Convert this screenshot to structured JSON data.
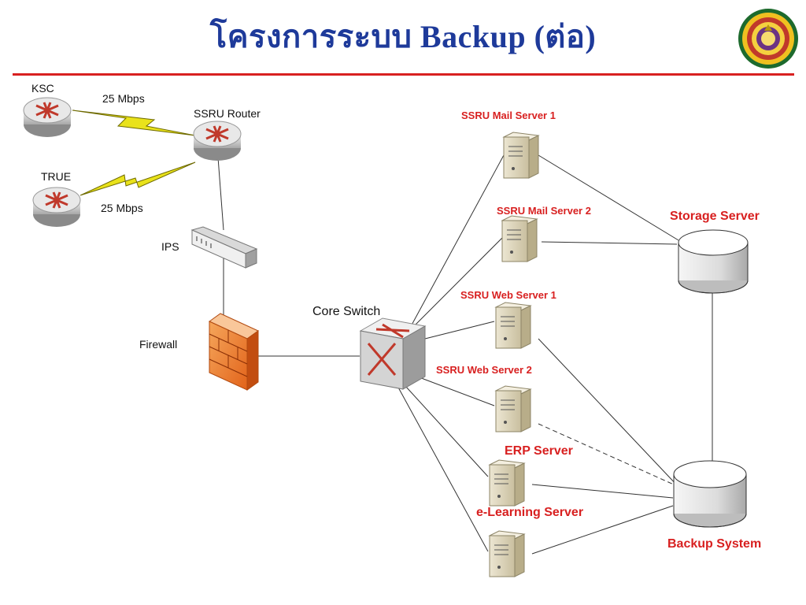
{
  "title": "โครงการระบบ Backup (ต่อ)",
  "colors": {
    "title": "#1e3a9a",
    "rule": "#d82020",
    "server_label": "#d82020",
    "lightning": "#e9e21b"
  },
  "nodes": {
    "ksc": "KSC",
    "true": "TRUE",
    "ssru_router": "SSRU Router",
    "ips": "IPS",
    "firewall": "Firewall",
    "core_switch": "Core Switch",
    "mail1": "SSRU Mail Server 1",
    "mail2": "SSRU Mail Server 2",
    "web1": "SSRU Web Server 1",
    "web2": "SSRU Web Server 2",
    "erp": "ERP Server",
    "elearning": "e-Learning Server",
    "storage": "Storage Server",
    "backup": "Backup System"
  },
  "links": {
    "ksc_speed": "25 Mbps",
    "true_speed": "25 Mbps"
  },
  "logo": {
    "icon": "university-seal-icon"
  }
}
